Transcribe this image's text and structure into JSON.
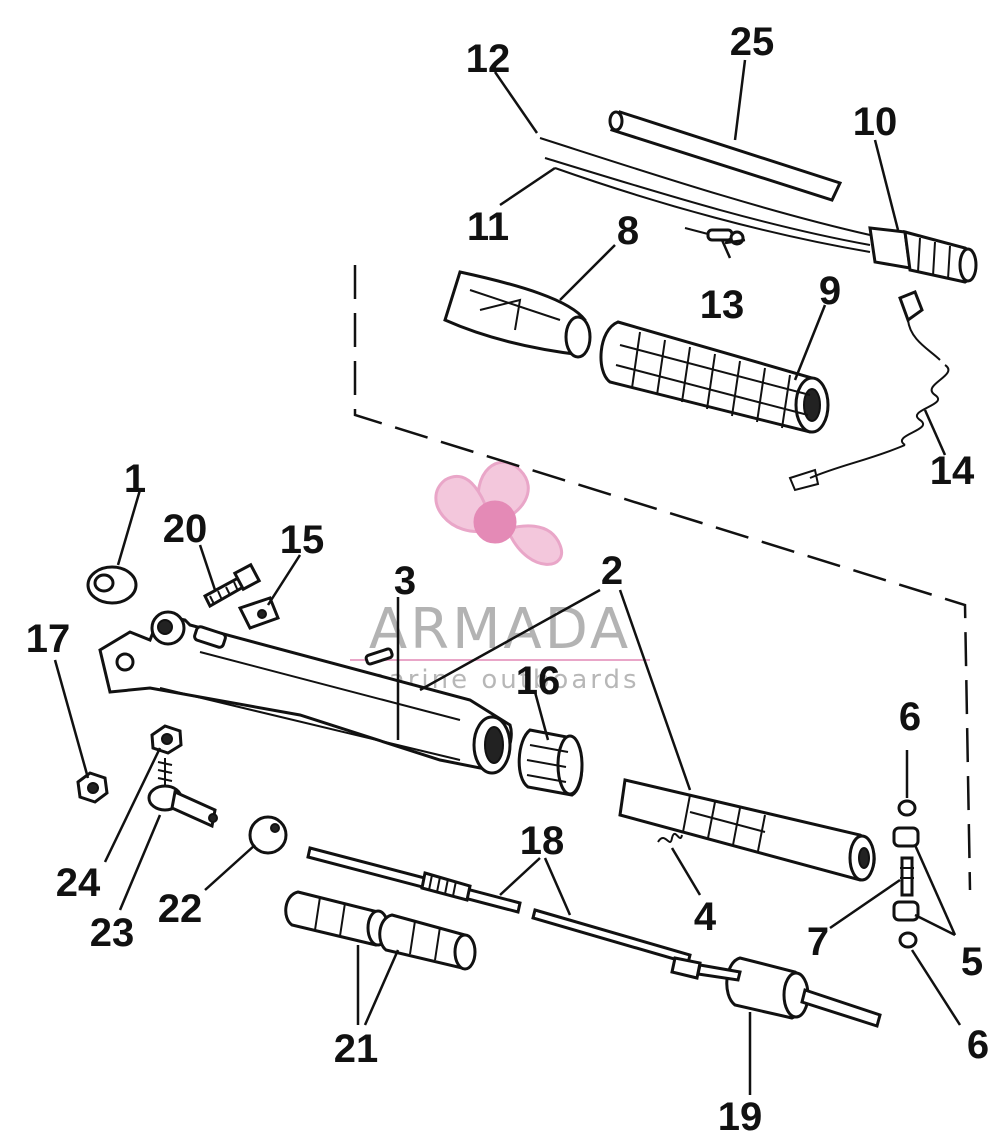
{
  "watermark": {
    "brand": "ARMADA",
    "tagline": "marine outboards",
    "color": "#e9a6c8",
    "accent": "#e48ab6"
  },
  "callouts": {
    "c1": "1",
    "c2": "2",
    "c3": "3",
    "c4": "4",
    "c5": "5",
    "c6a": "6",
    "c6b": "6",
    "c7": "7",
    "c8": "8",
    "c9": "9",
    "c10": "10",
    "c11": "11",
    "c12": "12",
    "c13": "13",
    "c14": "14",
    "c15": "15",
    "c16": "16",
    "c17": "17",
    "c18": "18",
    "c19": "19",
    "c20": "20",
    "c21": "21",
    "c22": "22",
    "c23": "23",
    "c24": "24",
    "c25": "25"
  }
}
